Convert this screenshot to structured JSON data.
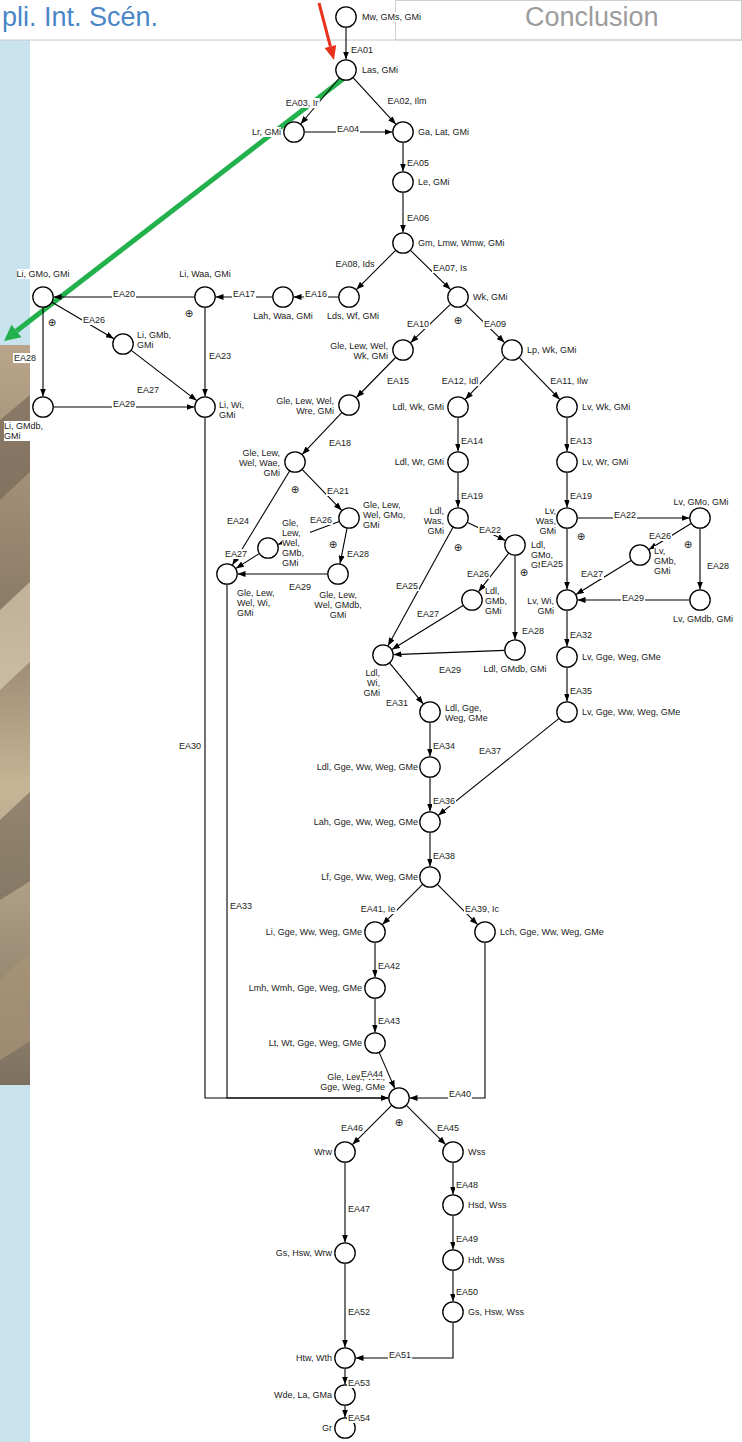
{
  "diagram": {
    "nodes": [
      {
        "text": [
          "Mw, GMs, GMi"
        ]
      },
      {
        "text": [
          "Las, GMi"
        ]
      },
      {
        "text": [
          "Lr, GMi"
        ]
      },
      {
        "text": [
          "Ga, Lat, GMi"
        ]
      },
      {
        "text": [
          "Le, GMi"
        ]
      },
      {
        "text": [
          "Gm, Lmw, Wmw, GMi"
        ]
      },
      {
        "text": [
          "Lds, Wf, GMi"
        ]
      },
      {
        "text": [
          "Wk, GMi"
        ]
      },
      {
        "text": [
          "Lah, Waa, GMi"
        ]
      },
      {
        "text": [
          "Li, Waa, GMi"
        ]
      },
      {
        "text": [
          "Li, GMo, GMi"
        ]
      },
      {
        "text": [
          "Li, GMb, GMi"
        ]
      },
      {
        "text": [
          "Li, GMdb, GMi"
        ]
      },
      {
        "text": [
          "Li, Wi, GMi"
        ]
      },
      {
        "text": [
          "Gle, Lew, Wel, Wk, GMi"
        ]
      },
      {
        "text": [
          "Lp, Wk, GMi"
        ]
      },
      {
        "text": [
          "Gle, Lew, Wel, Wre, GMi"
        ]
      },
      {
        "text": [
          "Ldl, Wk, GMi"
        ]
      },
      {
        "text": [
          "Lv, Wk, GMi"
        ]
      },
      {
        "text": [
          "Gle, Lew, Wel, Wae, GMi"
        ]
      },
      {
        "text": [
          "Ldl, Wr, GMi"
        ]
      },
      {
        "text": [
          "Lv, Wr, GMi"
        ]
      },
      {
        "text": [
          "Gle, Lew, Wel, GMo, GMi"
        ]
      },
      {
        "text": [
          "Gle, Lew, Wel, GMb, GMi"
        ]
      },
      {
        "text": [
          "Gle, Lew, Wel, Wi, GMi"
        ]
      },
      {
        "text": [
          "Gle, Lew, Wel, GMdb, GMi"
        ]
      },
      {
        "text": [
          "Ldl, Was, GMi"
        ]
      },
      {
        "text": [
          "Ldl, GMo, GMi"
        ]
      },
      {
        "text": [
          "Ldl, GMb, GMi"
        ]
      },
      {
        "text": [
          "Ldl, GMdb, GMi"
        ]
      },
      {
        "text": [
          "Ldl, Wi, GMi"
        ]
      },
      {
        "text": [
          "Ldl, Gge, Weg, GMe"
        ]
      },
      {
        "text": [
          "Ldl, Gge, Ww, Weg, GMe"
        ]
      },
      {
        "text": [
          "Lah, Gge, Ww, Weg, GMe"
        ]
      },
      {
        "text": [
          "Lv, Was, GMi"
        ]
      },
      {
        "text": [
          "Lv, GMo, GMi"
        ]
      },
      {
        "text": [
          "Lv, GMb, GMi"
        ]
      },
      {
        "text": [
          "Lv, GMdb, GMi"
        ]
      },
      {
        "text": [
          "Lv, Wi, GMi"
        ]
      },
      {
        "text": [
          "Lv, Gge, Weg, GMe"
        ]
      },
      {
        "text": [
          "Lv, Gge, Ww, Weg, GMe"
        ]
      },
      {
        "text": [
          "Lf, Gge, Ww, Weg, GMe"
        ]
      },
      {
        "text": [
          "Li, Gge, Ww, Weg, GMe"
        ]
      },
      {
        "text": [
          "Lch, Gge, Ww, Weg, GMe"
        ]
      },
      {
        "text": [
          "Lmh, Wmh, Gge, Weg, GMe"
        ]
      },
      {
        "text": [
          "Lt, Wt, Gge, Weg, GMe"
        ]
      },
      {
        "text": [
          "Gle, Lew, Wel, Gge, Weg, GMe"
        ]
      },
      {
        "text": [
          "Wrw"
        ]
      },
      {
        "text": [
          "Wss"
        ]
      },
      {
        "text": [
          "Gs, Hsw, Wrw"
        ]
      },
      {
        "text": [
          "Hsd, Wss"
        ]
      },
      {
        "text": [
          "Hdt, Wss"
        ]
      },
      {
        "text": [
          "Gs, Hsw, Wss"
        ]
      },
      {
        "text": [
          "Htw, Wth"
        ]
      },
      {
        "text": [
          "Wde, La, GMa"
        ]
      },
      {
        "text": [
          "Gr"
        ]
      }
    ],
    "edges": [
      {
        "from": 0,
        "to": 1,
        "label": "EA01",
        "arrow": "to"
      },
      {
        "from": 1,
        "to": 2,
        "label": "EA03, Ir",
        "arrow": "to"
      },
      {
        "from": 1,
        "to": 3,
        "label": "EA02, Ilm",
        "arrow": "to"
      },
      {
        "from": 2,
        "to": 3,
        "label": "EA04",
        "arrow": "to"
      },
      {
        "from": 3,
        "to": 4,
        "label": "EA05",
        "arrow": "to"
      },
      {
        "from": 4,
        "to": 5,
        "label": "EA06",
        "arrow": "to"
      },
      {
        "from": 5,
        "to": 6,
        "label": "EA08, Ids",
        "arrow": "to"
      },
      {
        "from": 5,
        "to": 7,
        "label": "EA07, Is",
        "arrow": "to"
      },
      {
        "from": 6,
        "to": 8,
        "label": "EA16",
        "arrow": "to"
      },
      {
        "from": 8,
        "to": 9,
        "label": "EA17",
        "arrow": "to"
      },
      {
        "from": 9,
        "to": 10,
        "label": "EA20",
        "arrow": "to"
      },
      {
        "from": 10,
        "to": 11,
        "label": "EA26",
        "arrow": "to"
      },
      {
        "from": 10,
        "to": 12,
        "label": "EA28",
        "arrow": "to"
      },
      {
        "from": 11,
        "to": 13,
        "label": "EA27",
        "arrow": "to"
      },
      {
        "from": 12,
        "to": 13,
        "label": "EA29",
        "arrow": "to"
      },
      {
        "from": 9,
        "to": 13,
        "label": "EA23",
        "arrow": "to"
      },
      {
        "from": 7,
        "to": 14,
        "label": "EA10",
        "arrow": "to"
      },
      {
        "from": 7,
        "to": 15,
        "label": "EA09",
        "arrow": "to"
      },
      {
        "from": 14,
        "to": 16,
        "label": "EA15",
        "arrow": "to"
      },
      {
        "from": 15,
        "to": 17,
        "label": "EA12, Idl",
        "arrow": "to"
      },
      {
        "from": 15,
        "to": 18,
        "label": "EA11, Ilw",
        "arrow": "to"
      },
      {
        "from": 16,
        "to": 19,
        "label": "EA18",
        "arrow": "to"
      },
      {
        "from": 17,
        "to": 20,
        "label": "EA14",
        "arrow": "to"
      },
      {
        "from": 18,
        "to": 21,
        "label": "EA13",
        "arrow": "to"
      },
      {
        "from": 19,
        "to": 22,
        "label": "EA21",
        "arrow": "to"
      },
      {
        "from": 19,
        "to": 24,
        "label": "EA24",
        "arrow": "to"
      },
      {
        "from": 22,
        "to": 23,
        "label": "EA26",
        "arrow": "to"
      },
      {
        "from": 22,
        "to": 25,
        "label": "EA28",
        "arrow": "to"
      },
      {
        "from": 23,
        "to": 24,
        "label": "EA27",
        "arrow": "to"
      },
      {
        "from": 25,
        "to": 24,
        "label": "EA29",
        "arrow": "to"
      },
      {
        "from": 20,
        "to": 26,
        "label": "EA19",
        "arrow": "to"
      },
      {
        "from": 26,
        "to": 27,
        "label": "EA22",
        "arrow": "to"
      },
      {
        "from": 27,
        "to": 28,
        "label": "EA26",
        "arrow": "to"
      },
      {
        "from": 27,
        "to": 29,
        "label": "EA28",
        "arrow": "to"
      },
      {
        "from": 26,
        "to": 30,
        "label": "EA25",
        "arrow": "to"
      },
      {
        "from": 28,
        "to": 30,
        "label": "EA27",
        "arrow": "to"
      },
      {
        "from": 29,
        "to": 30,
        "label": "EA29",
        "arrow": "to"
      },
      {
        "from": 30,
        "to": 31,
        "label": "EA31",
        "arrow": "to"
      },
      {
        "from": 31,
        "to": 32,
        "label": "EA34",
        "arrow": "to"
      },
      {
        "from": 32,
        "to": 33,
        "label": "EA36",
        "arrow": "to"
      },
      {
        "from": 21,
        "to": 34,
        "label": "EA19",
        "arrow": "to"
      },
      {
        "from": 34,
        "to": 35,
        "label": "EA22",
        "arrow": "to"
      },
      {
        "from": 35,
        "to": 36,
        "label": "EA26",
        "arrow": "to"
      },
      {
        "from": 35,
        "to": 37,
        "label": "EA28",
        "arrow": "to"
      },
      {
        "from": 34,
        "to": 38,
        "label": "EA25",
        "arrow": "to"
      },
      {
        "from": 36,
        "to": 38,
        "label": "EA27",
        "arrow": "to"
      },
      {
        "from": 37,
        "to": 38,
        "label": "EA29",
        "arrow": "to"
      },
      {
        "from": 38,
        "to": 39,
        "label": "EA32",
        "arrow": "to"
      },
      {
        "from": 39,
        "to": 40,
        "label": "EA35",
        "arrow": "to"
      },
      {
        "from": 40,
        "to": 33,
        "label": "EA37",
        "arrow": "to"
      },
      {
        "from": 33,
        "to": 41,
        "label": "EA38",
        "arrow": "to"
      },
      {
        "from": 41,
        "to": 42,
        "label": "EA41, Ie",
        "arrow": "to"
      },
      {
        "from": 41,
        "to": 43,
        "label": "EA39, Ic",
        "arrow": "to"
      },
      {
        "from": 42,
        "to": 44,
        "label": "EA42",
        "arrow": "to"
      },
      {
        "from": 44,
        "to": 45,
        "label": "EA43",
        "arrow": "to"
      },
      {
        "from": 45,
        "to": 46,
        "label": "EA44",
        "arrow": "to"
      },
      {
        "from": 43,
        "to": 46,
        "label": "EA40",
        "arrow": "to"
      },
      {
        "from": 13,
        "to": 46,
        "label": "EA30",
        "arrow": "to"
      },
      {
        "from": 24,
        "to": 46,
        "label": "EA33",
        "arrow": "to"
      },
      {
        "from": 46,
        "to": 47,
        "label": "EA46",
        "arrow": "to"
      },
      {
        "from": 46,
        "to": 48,
        "label": "EA45",
        "arrow": "to"
      },
      {
        "from": 47,
        "to": 49,
        "label": "EA47",
        "arrow": "to"
      },
      {
        "from": 48,
        "to": 50,
        "label": "EA48",
        "arrow": "to"
      },
      {
        "from": 50,
        "to": 51,
        "label": "EA49",
        "arrow": "to"
      },
      {
        "from": 51,
        "to": 52,
        "label": "EA50",
        "arrow": "to"
      },
      {
        "from": 49,
        "to": 53,
        "label": "EA52",
        "arrow": "to"
      },
      {
        "from": 52,
        "to": 53,
        "label": "EA51",
        "arrow": "to"
      },
      {
        "from": 53,
        "to": 54,
        "label": "EA53",
        "arrow": "to"
      },
      {
        "from": 54,
        "to": 55,
        "label": "EA54",
        "arrow": "to"
      }
    ],
    "labels": [
      "pli. Int. Scén.",
      "Conclusion",
      "⊕",
      "⊕",
      "⊕",
      "⊕",
      "⊕",
      "⊕",
      "⊕",
      "⊕",
      "⊕",
      "⊕"
    ]
  }
}
